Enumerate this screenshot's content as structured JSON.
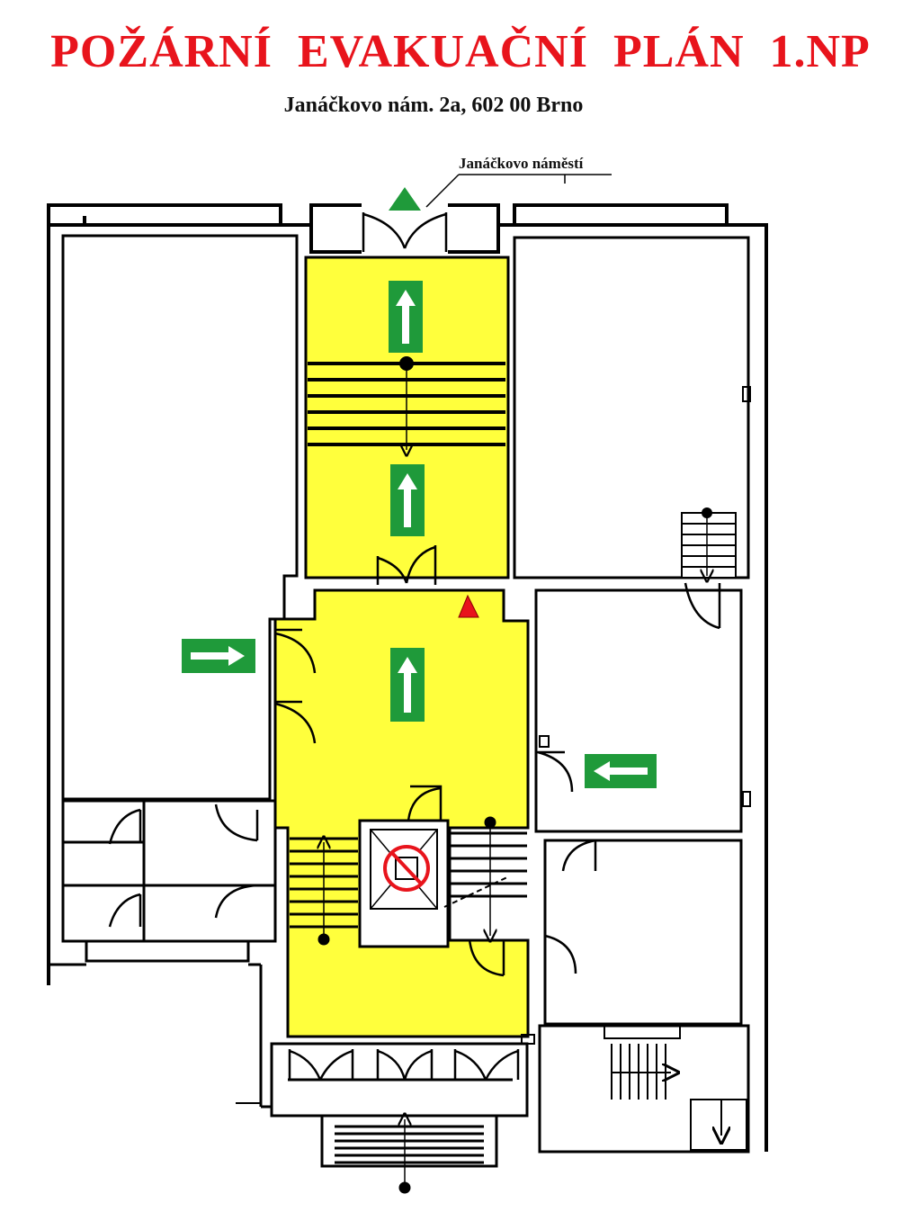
{
  "header": {
    "title": "POŽÁRNÍ  EVAKUAČNÍ  PLÁN  1.NP",
    "address": "Janáčkovo nám. 2a, 602 00 Brno"
  },
  "plan": {
    "street_label": "Janáčkovo náměstí",
    "colors": {
      "escape_route": "#ffff3c",
      "exit_sign": "#1f9a3a",
      "title": "#e8141c",
      "fire_marker": "#e8141c",
      "wall": "#000000"
    },
    "icons": [
      "exit-arrow-up-icon",
      "exit-arrow-right-icon",
      "exit-arrow-left-icon",
      "no-elevator-icon",
      "fire-alarm-triangle-icon",
      "assembly-point-triangle-icon"
    ]
  }
}
